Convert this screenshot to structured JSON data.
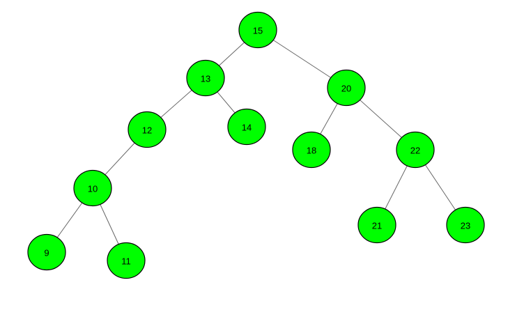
{
  "diagram": {
    "type": "binary-tree",
    "node_color": "#00ff00",
    "edge_color": "#666666",
    "nodes": [
      {
        "id": "15",
        "label": "15"
      },
      {
        "id": "13",
        "label": "13"
      },
      {
        "id": "20",
        "label": "20"
      },
      {
        "id": "12",
        "label": "12"
      },
      {
        "id": "14",
        "label": "14"
      },
      {
        "id": "18",
        "label": "18"
      },
      {
        "id": "22",
        "label": "22"
      },
      {
        "id": "10",
        "label": "10"
      },
      {
        "id": "21",
        "label": "21"
      },
      {
        "id": "23",
        "label": "23"
      },
      {
        "id": "9",
        "label": "9"
      },
      {
        "id": "11",
        "label": "11"
      }
    ],
    "edges": [
      [
        "15",
        "13"
      ],
      [
        "15",
        "20"
      ],
      [
        "13",
        "12"
      ],
      [
        "13",
        "14"
      ],
      [
        "20",
        "18"
      ],
      [
        "20",
        "22"
      ],
      [
        "12",
        "10"
      ],
      [
        "22",
        "21"
      ],
      [
        "22",
        "23"
      ],
      [
        "10",
        "9"
      ],
      [
        "10",
        "11"
      ]
    ]
  }
}
